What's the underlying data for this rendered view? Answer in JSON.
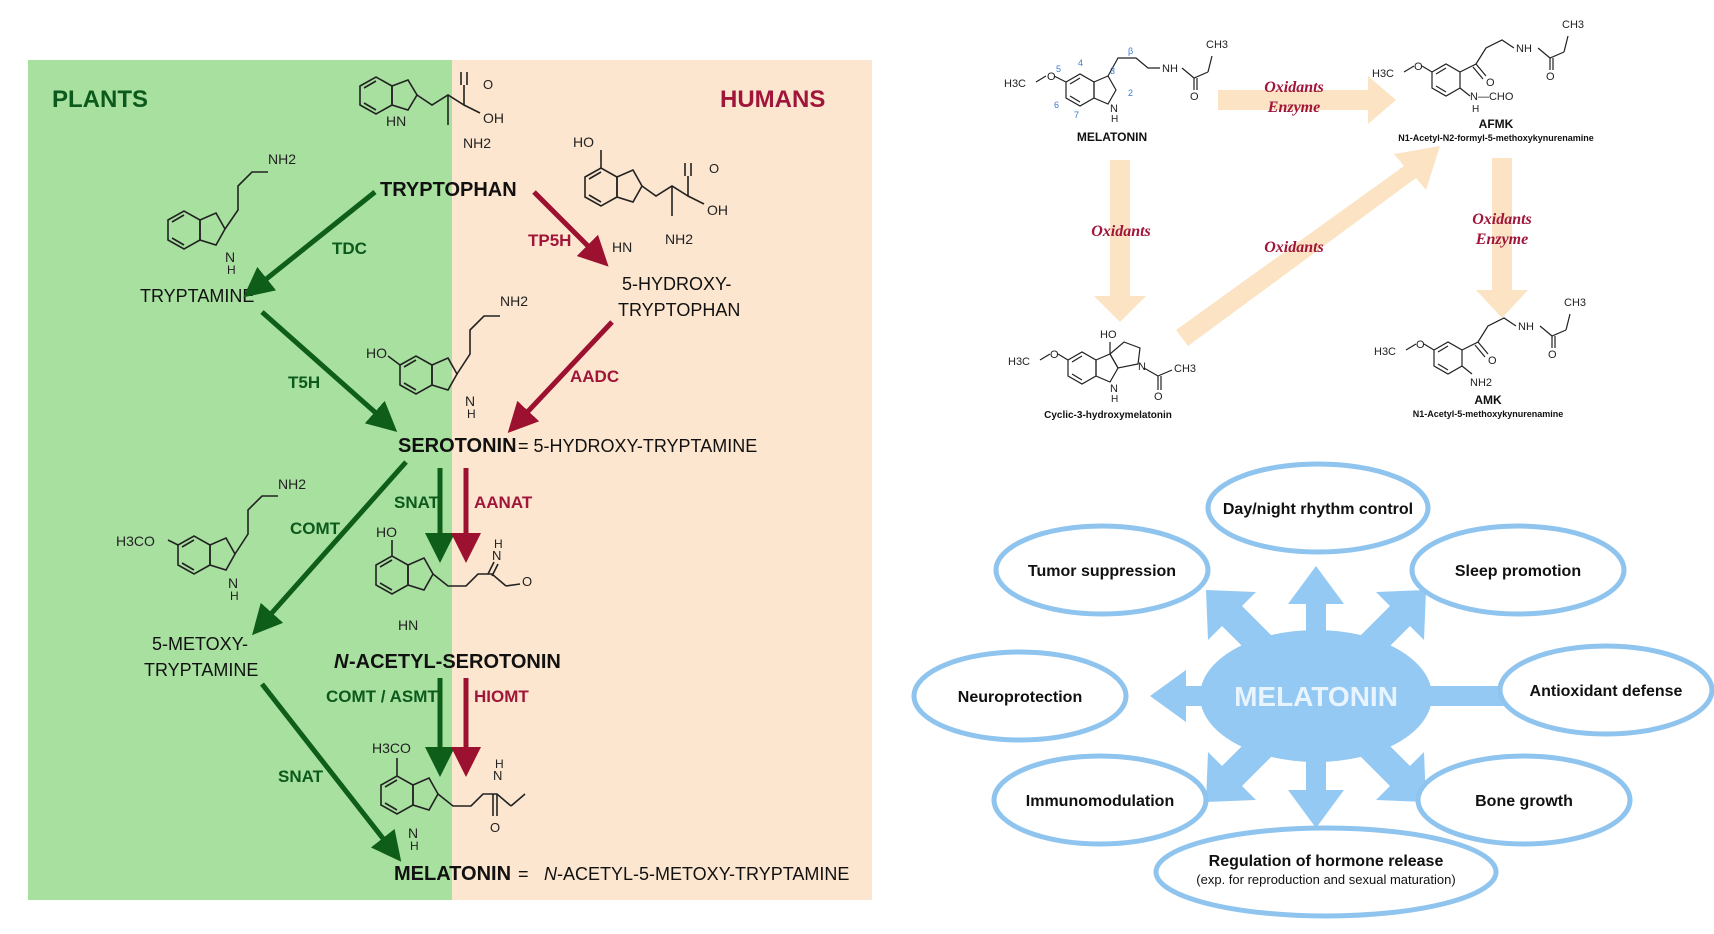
{
  "pathway": {
    "plants_label": "PLANTS",
    "humans_label": "HUMANS",
    "colors": {
      "plants_bg": "#a8e0a0",
      "humans_bg": "#fce6cf",
      "plants_text": "#0b5a1c",
      "humans_text": "#a0153a",
      "plants_arrow": "#0e5e1a",
      "humans_arrow": "#9c1030"
    },
    "compounds": {
      "tryptophan": "TRYPTOPHAN",
      "tryptamine": "TRYPTAMINE",
      "hydroxytryptophan_1": "5-HYDROXY-",
      "hydroxytryptophan_2": "TRYPTOPHAN",
      "serotonin": "SEROTONIN",
      "serotonin_suffix": " = 5-HYDROXY-TRYPTAMINE",
      "metoxytryptamine_1": "5-METOXY-",
      "metoxytryptamine_2": "TRYPTAMINE",
      "n_prefix": "N",
      "n_acetyl_serotonin": "-ACETYL-SEROTONIN",
      "melatonin": "MELATONIN",
      "melatonin_suffix_eq": " = ",
      "melatonin_suffix_n": "N",
      "melatonin_suffix_rest": "-ACETYL-5-METOXY-TRYPTAMINE"
    },
    "enzymes": {
      "tdc": "TDC",
      "t5h": "T5H",
      "tp5h": "TP5H",
      "aadc": "AADC",
      "comt": "COMT",
      "snat": "SNAT",
      "aanat": "AANAT",
      "comt_asmt": "COMT / ASMT",
      "hiomt": "HIOMT",
      "snat2": "SNAT"
    },
    "atoms": {
      "nh2": "NH2",
      "oh": "OH",
      "o": "O",
      "hn": "HN",
      "n": "N",
      "h": "H",
      "ho": "HO",
      "h3co": "H3CO",
      "h3co_short": "H3CO"
    }
  },
  "metabolism": {
    "melatonin_label": "MELATONIN",
    "afmk_label": "AFMK",
    "afmk_full": "N1-Acetyl-N2-formyl-5-methoxykynurenamine",
    "cyclic_label": "Cyclic-3-hydroxymelatonin",
    "amk_label": "AMK",
    "amk_full": "N1-Acetyl-5-methoxykynurenamine",
    "arrow_top_1": "Oxidants",
    "arrow_top_2": "Enzyme",
    "arrow_left": "Oxidants",
    "arrow_diag": "Oxidants",
    "arrow_right_1": "Oxidants",
    "arrow_right_2": "Enzyme",
    "atom_numbers": [
      "4",
      "5",
      "6",
      "7",
      "3",
      "2",
      "β"
    ],
    "atoms": {
      "h3c": "H3C",
      "o": "O",
      "nh": "NH",
      "n": "N",
      "h": "H",
      "ch3": "CH3",
      "ho": "HO",
      "nh2": "NH2",
      "ncho": "N—CHO"
    },
    "colors": {
      "arrow": "#fbe3c4",
      "label": "#a0153a",
      "numbers": "#3a7bd5"
    }
  },
  "functions": {
    "center": "MELATONIN",
    "items": {
      "day_night": "Day/night rhythm control",
      "tumor": "Tumor suppression",
      "sleep": "Sleep promotion",
      "neuro": "Neuroprotection",
      "antioxidant": "Antioxidant defense",
      "immuno": "Immunomodulation",
      "bone": "Bone growth",
      "hormone": "Regulation of hormone release",
      "hormone_note": "(exp. for reproduction and sexual maturation)"
    },
    "colors": {
      "ring": "#8fc4ee",
      "fill": "#93c9f2",
      "center_text": "#e8f4ff"
    }
  }
}
